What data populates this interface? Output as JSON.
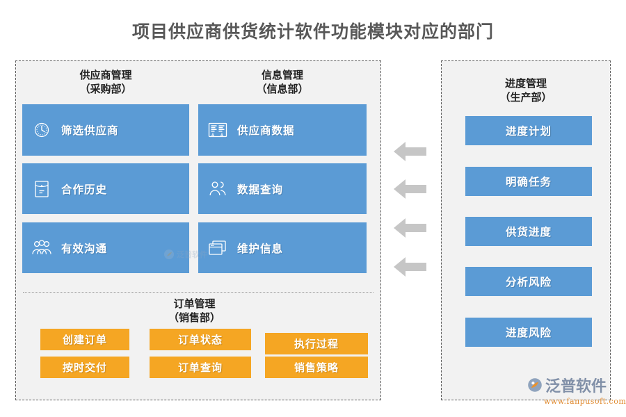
{
  "page": {
    "title": "项目供应商供货统计软件功能模块对应的部门",
    "colors": {
      "tile_blue": "#5b9bd5",
      "tile_orange": "#f5a623",
      "panel_bg": "#f2f2f2",
      "panel_border": "#5a5a5a",
      "arrow_gray": "#c4c4c4",
      "title_text": "#585858"
    }
  },
  "left_panel": {
    "groups": [
      {
        "id": "supplier-management",
        "heading": "供应商管理\n（采购部）",
        "tiles": [
          {
            "label": "筛选供应商",
            "icon": "clock-icon"
          },
          {
            "label": "合作历史",
            "icon": "envelope-icon"
          },
          {
            "label": "有效沟通",
            "icon": "user-group-icon"
          }
        ]
      },
      {
        "id": "information-management",
        "heading": "信息管理\n（信息部）",
        "tiles": [
          {
            "label": "供应商数据",
            "icon": "data-sheet-icon"
          },
          {
            "label": "数据查询",
            "icon": "two-users-icon"
          },
          {
            "label": "维护信息",
            "icon": "windows-icon"
          }
        ]
      }
    ],
    "order_group": {
      "id": "order-management",
      "heading": "订单管理\n（销售部）",
      "tiles": [
        {
          "label": "创建订单"
        },
        {
          "label": "订单状态"
        },
        {
          "label": "执行过程"
        },
        {
          "label": "按时交付"
        },
        {
          "label": "订单查询"
        },
        {
          "label": "销售策略"
        }
      ]
    }
  },
  "right_panel": {
    "id": "progress-management",
    "heading": "进度管理\n（生产部）",
    "bars": [
      {
        "label": "进度计划"
      },
      {
        "label": "明确任务"
      },
      {
        "label": "供货进度"
      },
      {
        "label": "分析风险"
      },
      {
        "label": "进度风险"
      }
    ]
  },
  "arrows": {
    "count": 4,
    "direction": "left",
    "icon": "arrow-left-icon"
  },
  "branding": {
    "watermark_text": "泛普软件",
    "brand_name": "泛普软件",
    "brand_url": "www.fanpusoft.com"
  }
}
